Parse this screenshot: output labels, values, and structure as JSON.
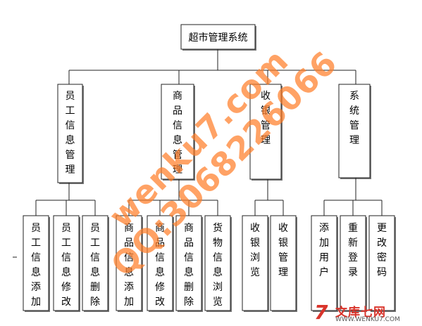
{
  "diagram": {
    "root": "超市管理系统",
    "modules": [
      {
        "label": "员工信息管理",
        "children": [
          "员工信息添加",
          "员工信息修改",
          "员工信息删除"
        ]
      },
      {
        "label": "商品信息管理",
        "children": [
          "商品信息添加",
          "商品信息修改",
          "商品信息删除",
          "货物信息浏览"
        ]
      },
      {
        "label": "收银管理",
        "children": [
          "收银浏览",
          "收银管理"
        ]
      },
      {
        "label": "系统管理",
        "children": [
          "添加用户",
          "重新登录",
          "更改密码"
        ]
      }
    ]
  },
  "watermark": {
    "line1": "wenku7.com",
    "line2": "QQ:3068226066"
  },
  "logo": {
    "mark": "7",
    "title": "文库七网",
    "url": "WWW.WENKU7.COM"
  }
}
